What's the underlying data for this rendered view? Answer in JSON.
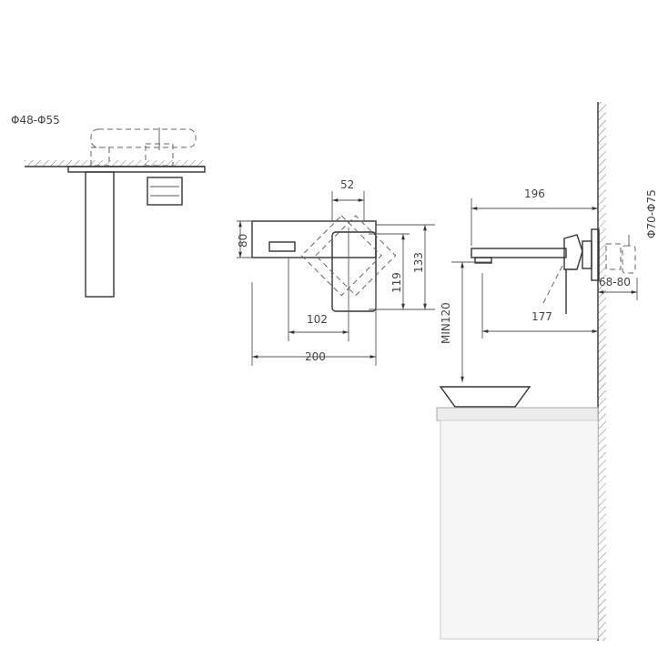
{
  "drawing": {
    "top_view": {
      "pipe_diameter": "Φ48-Φ55"
    },
    "front_view": {
      "handle_width": "52",
      "plate_height": "80",
      "handle_height": "119",
      "overall_height": "133",
      "center_offset": "102",
      "plate_width": "200"
    },
    "side_view": {
      "spout_reach": "196",
      "flange_diameter": "Φ70-Φ75",
      "wall_depth": "68-80",
      "handle_reach": "177",
      "min_height": "MIN120"
    }
  }
}
